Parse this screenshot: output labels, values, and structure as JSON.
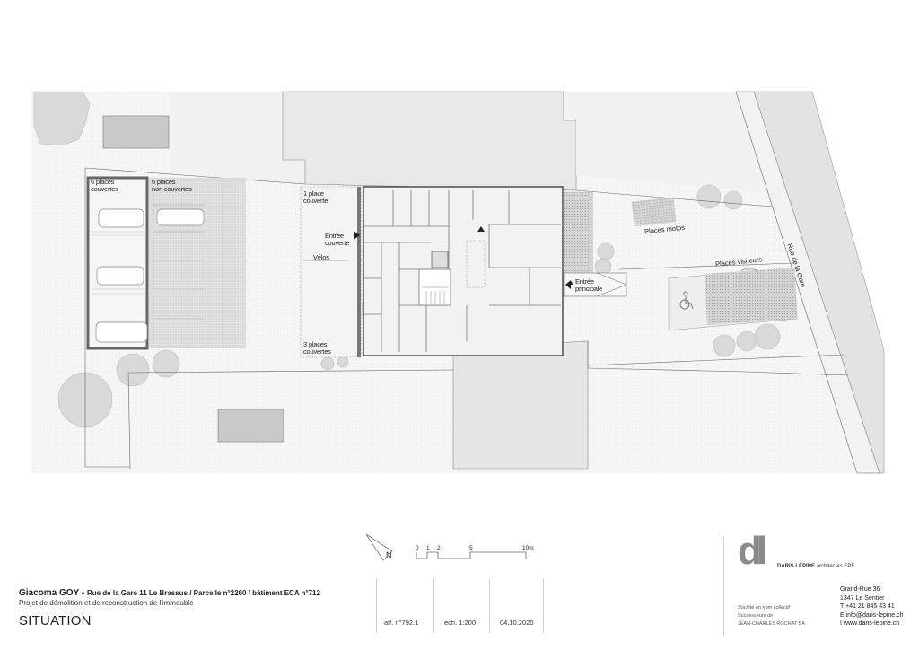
{
  "plan": {
    "labels": {
      "covered_parking_left": "6 places\ncouvertes",
      "uncovered_parking": "6 places\nnon couvertes",
      "covered_one": "1 place\ncouverte",
      "covered_entrance": "Entrée\ncouverte",
      "bikes": "Vélos",
      "covered_three": "3 places\ncouvertes",
      "main_entrance": "Entrée\nprincipale",
      "moto_places": "Places motos",
      "visitor_places": "Places visiteurs",
      "street_name": "Rue de la Gare"
    },
    "north_label": "N",
    "scale_bar": {
      "ticks": [
        "0",
        "1",
        "2",
        "5",
        "10m"
      ]
    }
  },
  "titleblock": {
    "client": "Giacoma GOY - ",
    "address": "Rue de la Gare 11 Le Brassus / Parcelle n°2260 / bâtiment ECA n°712",
    "project": "Projet de démolition et de reconstruction de l'immeuble",
    "title": "SITUATION",
    "affaire": "aff. n°792.1",
    "echelle": "éch. 1:200",
    "date": "04.10.2020"
  },
  "firm": {
    "logo_letters": "dl",
    "name": "DARIS LÉPINE",
    "suffix": "architectes EPF",
    "legal_form": "Société en nom collectif",
    "successor_label": "Successeurs de",
    "successor_name": "JEAN-CHARLES ROCHAT SA",
    "street": "Grand-Rue 36",
    "city": "1347 Le Sentier",
    "phone": "T  +41 21 845 43 41",
    "email": "E  info@daris-lepine.ch",
    "web": "I   www.daris-lepine.ch"
  },
  "colors": {
    "building_fill": "#ebebeb",
    "neighbor_fill": "#e6e6e6",
    "shed_fill": "#c9c9c9",
    "tree_fill": "#d8d8d8",
    "road_fill": "#e3e3e3",
    "line": "#555555"
  }
}
